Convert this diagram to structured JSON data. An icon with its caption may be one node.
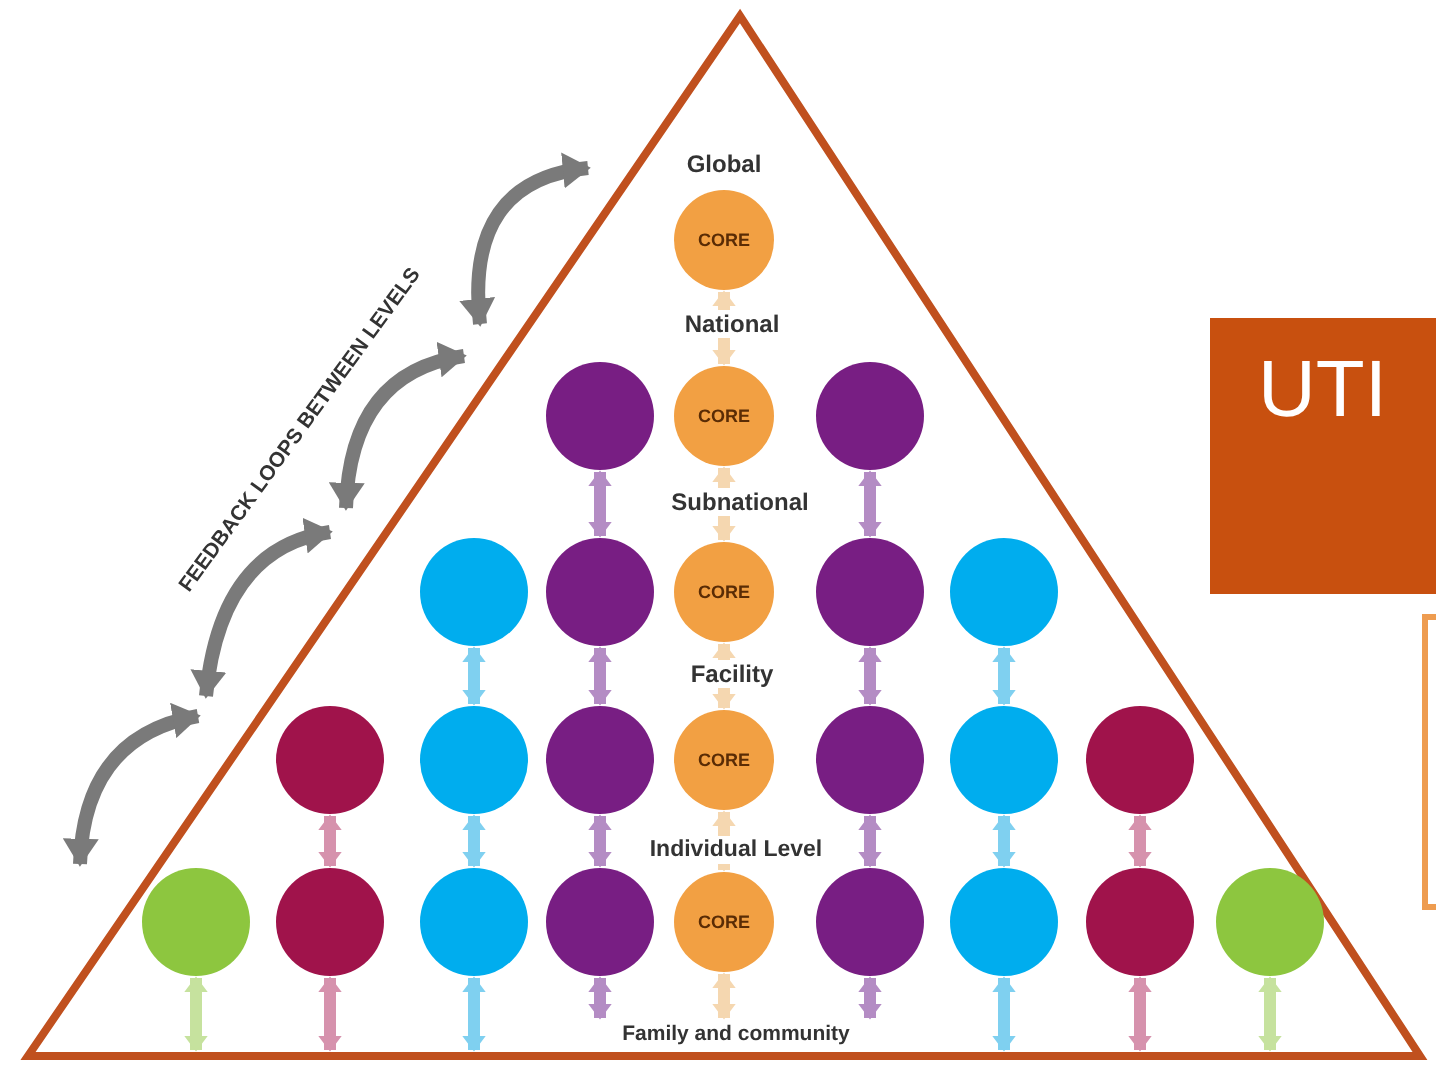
{
  "diagram": {
    "nodes": [
      {
        "text": [
          "CORE"
        ]
      },
      {
        "text": [],
        "shape": "circle"
      },
      {
        "text": [
          "CORE"
        ]
      },
      {
        "text": [],
        "shape": "circle"
      },
      {
        "text": [],
        "shape": "circle"
      },
      {
        "text": [],
        "shape": "circle"
      },
      {
        "text": [
          "CORE"
        ]
      },
      {
        "text": [],
        "shape": "circle"
      },
      {
        "text": [],
        "shape": "circle"
      },
      {
        "text": [],
        "shape": "circle"
      },
      {
        "text": [],
        "shape": "circle"
      },
      {
        "text": [],
        "shape": "circle"
      },
      {
        "text": [
          "CORE"
        ]
      },
      {
        "text": [],
        "shape": "circle"
      },
      {
        "text": [],
        "shape": "circle"
      },
      {
        "text": [],
        "shape": "circle"
      },
      {
        "text": [],
        "shape": "circle"
      },
      {
        "text": [],
        "shape": "circle"
      },
      {
        "text": [],
        "shape": "circle"
      },
      {
        "text": [],
        "shape": "circle"
      },
      {
        "text": [
          "CORE"
        ]
      },
      {
        "text": [],
        "shape": "circle"
      },
      {
        "text": [],
        "shape": "circle"
      },
      {
        "text": [],
        "shape": "circle"
      },
      {
        "text": [],
        "shape": "circle"
      },
      {
        "text": [
          "UTI"
        ]
      },
      {
        "text": [],
        "shape": "box"
      },
      {
        "text": [
          "Family and community"
        ]
      }
    ],
    "edges": [
      {
        "from": 0,
        "to": 2,
        "arrow": "both",
        "color": "#f5d7b0"
      },
      {
        "from": 1,
        "to": 5,
        "arrow": "both"
      },
      {
        "from": 2,
        "to": 6,
        "arrow": "both",
        "color": "#f5d7b0"
      },
      {
        "from": 3,
        "to": 7,
        "arrow": "both"
      },
      {
        "from": 4,
        "to": 10,
        "arrow": "both",
        "color": "#7fd0f0"
      },
      {
        "from": 5,
        "to": 11,
        "arrow": "both"
      },
      {
        "from": 6,
        "to": 12,
        "arrow": "both",
        "color": "#f5d7b0"
      },
      {
        "from": 7,
        "to": 13,
        "arrow": "both"
      },
      {
        "from": 8,
        "to": 14,
        "arrow": "both",
        "color": "#7fd0f0"
      },
      {
        "from": 9,
        "to": 17,
        "arrow": "both",
        "color": "#d692ad"
      },
      {
        "from": 10,
        "to": 18,
        "arrow": "both",
        "color": "#7fd0f0"
      },
      {
        "from": 11,
        "to": 19,
        "arrow": "both"
      },
      {
        "from": 12,
        "to": 20,
        "arrow": "both",
        "color": "#f5d7b0"
      },
      {
        "from": 13,
        "to": 21,
        "arrow": "both"
      },
      {
        "from": 14,
        "to": 22,
        "arrow": "both",
        "color": "#7fd0f0"
      },
      {
        "from": 15,
        "to": 23,
        "arrow": "both",
        "color": "#d692ad"
      },
      {
        "from": 16,
        "to": null,
        "arrow": "both",
        "color": "#c6e29e"
      },
      {
        "from": 17,
        "to": null,
        "arrow": "both",
        "color": "#d692ad"
      },
      {
        "from": 18,
        "to": null,
        "arrow": "both",
        "color": "#7fd0f0"
      },
      {
        "from": 19,
        "to": 27,
        "arrow": "both"
      },
      {
        "from": 20,
        "to": 27,
        "arrow": "both",
        "color": "#f5d7b0"
      },
      {
        "from": 21,
        "to": 27,
        "arrow": "both"
      },
      {
        "from": 22,
        "to": null,
        "arrow": "both",
        "color": "#7fd0f0"
      },
      {
        "from": 23,
        "to": null,
        "arrow": "both",
        "color": "#d692ad"
      },
      {
        "from": 24,
        "to": null,
        "arrow": "both",
        "color": "#c6e29e"
      }
    ],
    "labels": [
      "Global",
      "National",
      "Subnational",
      "Facility",
      "Individual Level",
      "FEEDBACK LOOPS BETWEEN LEVELS"
    ]
  }
}
